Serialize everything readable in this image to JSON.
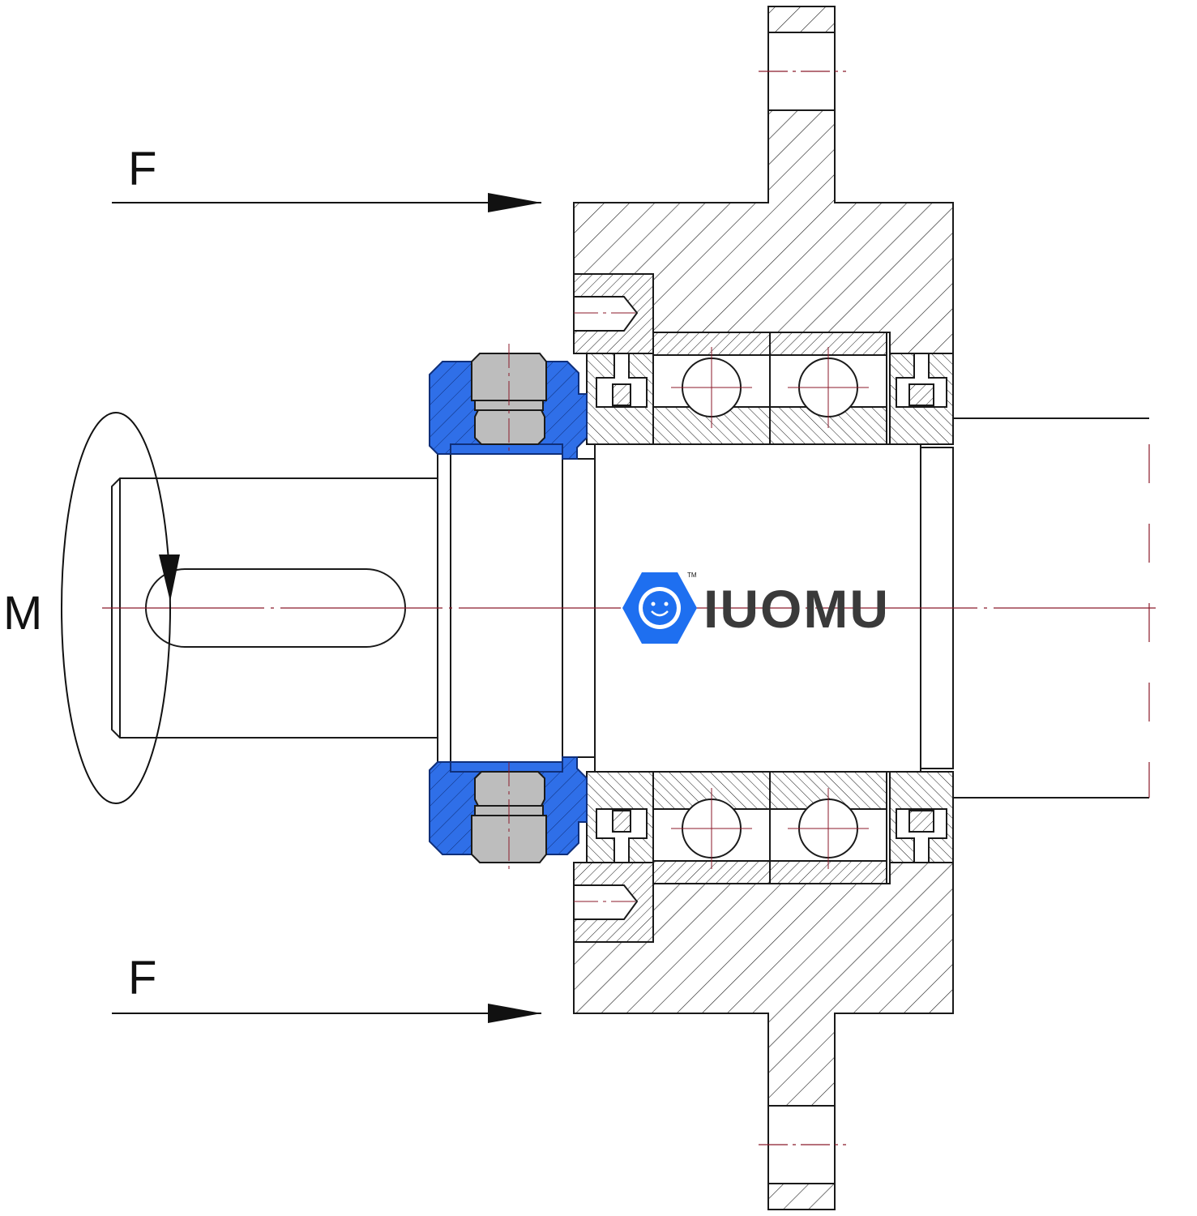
{
  "labels": {
    "force_top": "F",
    "force_bottom": "F",
    "moment": "M"
  },
  "logo": {
    "wordmark": "IUOMU",
    "trademark": "TM"
  },
  "colors": {
    "line": "#1a1a1a",
    "center_line": "#8b1a2a",
    "highlight": "#2f6fe8",
    "bolt": "#bdbdbd",
    "logo_blue": "#1e6ff0",
    "logo_text": "#3a3a3a"
  }
}
